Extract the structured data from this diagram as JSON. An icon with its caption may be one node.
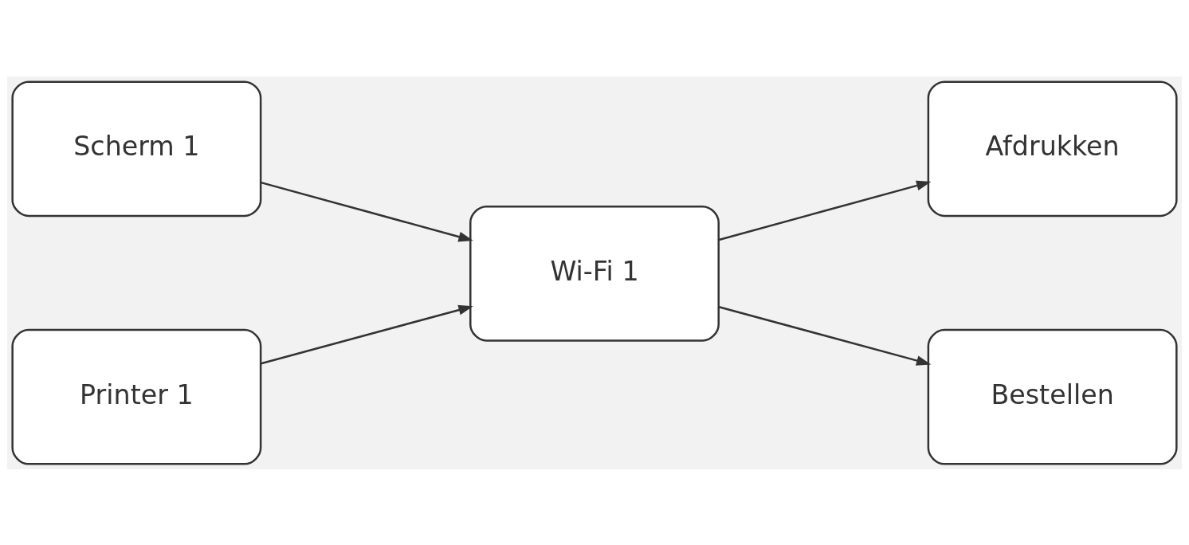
{
  "diagram": {
    "nodes": [
      {
        "text": [
          "Scherm 1"
        ]
      },
      {
        "text": [
          "Printer 1"
        ]
      },
      {
        "text": [
          "Wi-Fi 1"
        ]
      },
      {
        "text": [
          "Afdrukken"
        ]
      },
      {
        "text": [
          "Bestellen"
        ]
      }
    ],
    "edges": [
      {
        "from": 0,
        "to": 2,
        "arrow": "to"
      },
      {
        "from": 1,
        "to": 2,
        "arrow": "to"
      },
      {
        "from": 2,
        "to": 3,
        "arrow": "to"
      },
      {
        "from": 2,
        "to": 4,
        "arrow": "to"
      }
    ]
  }
}
